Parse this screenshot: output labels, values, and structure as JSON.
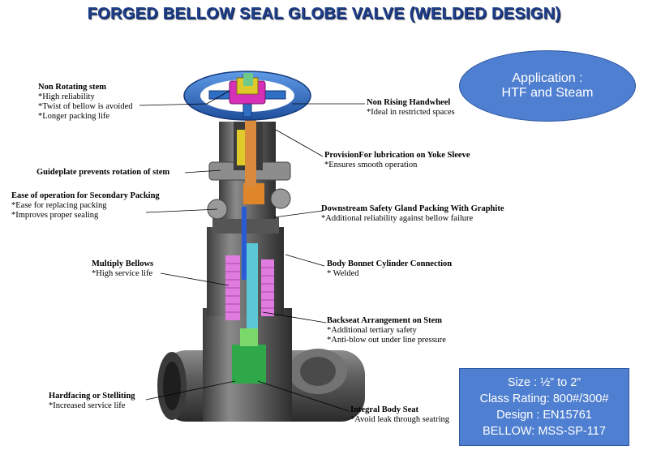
{
  "title": "FORGED BELLOW SEAL GLOBE VALVE (WELDED DESIGN)",
  "application": {
    "line1": "Application :",
    "line2": "HTF and Steam"
  },
  "specs": {
    "size": "Size : ½”  to 2”",
    "class_rating": "Class Rating: 800#/300#",
    "design": "Design : EN15761",
    "bellow": "BELLOW: MSS-SP-117"
  },
  "callouts": {
    "non_rotating_stem": {
      "heading": "Non Rotating stem",
      "notes": [
        "*High reliability",
        "*Twist of bellow is avoided",
        "*Longer packing life"
      ]
    },
    "guideplate": {
      "heading": "Guideplate prevents rotation of stem"
    },
    "secondary_packing": {
      "heading": "Ease of operation for Secondary Packing",
      "notes": [
        "*Ease for replacing packing",
        "*Improves proper sealing"
      ]
    },
    "multiply_bellows": {
      "heading": "Multiply Bellows",
      "notes": [
        "*High service life"
      ]
    },
    "hardfacing": {
      "heading": "Hardfacing or Stelliting",
      "notes": [
        "*Increased service life"
      ]
    },
    "handwheel": {
      "heading": "Non Rising Handwheel",
      "notes": [
        "*Ideal in restricted spaces"
      ]
    },
    "lubrication": {
      "heading": "ProvisionFor lubrication on Yoke Sleeve",
      "notes": [
        "*Ensures smooth operation"
      ]
    },
    "gland_packing": {
      "heading": "Downstream Safety Gland Packing With Graphite",
      "notes": [
        "*Additional reliability against bellow failure"
      ]
    },
    "body_bonnet": {
      "heading": "Body Bonnet Cylinder Connection",
      "notes": [
        "* Welded"
      ]
    },
    "backseat": {
      "heading": "Backseat Arrangement on Stem",
      "notes": [
        "*Additional tertiary safety",
        "*Anti-blow out under line pressure"
      ]
    },
    "body_seat": {
      "heading": "Integral Body Seat",
      "notes": [
        "*Avoid leak through seatring"
      ]
    }
  },
  "colors": {
    "title": "#1f3f8a",
    "handwheel": "#2f6fc4",
    "metal": "#6b6b6b",
    "stem": "#5bc8d8",
    "bellows": "#e07be0",
    "seat": "#2fa84a",
    "packing": "#e0862a",
    "nut": "#d62fb8",
    "callout_fill": "#4f7fd0"
  }
}
